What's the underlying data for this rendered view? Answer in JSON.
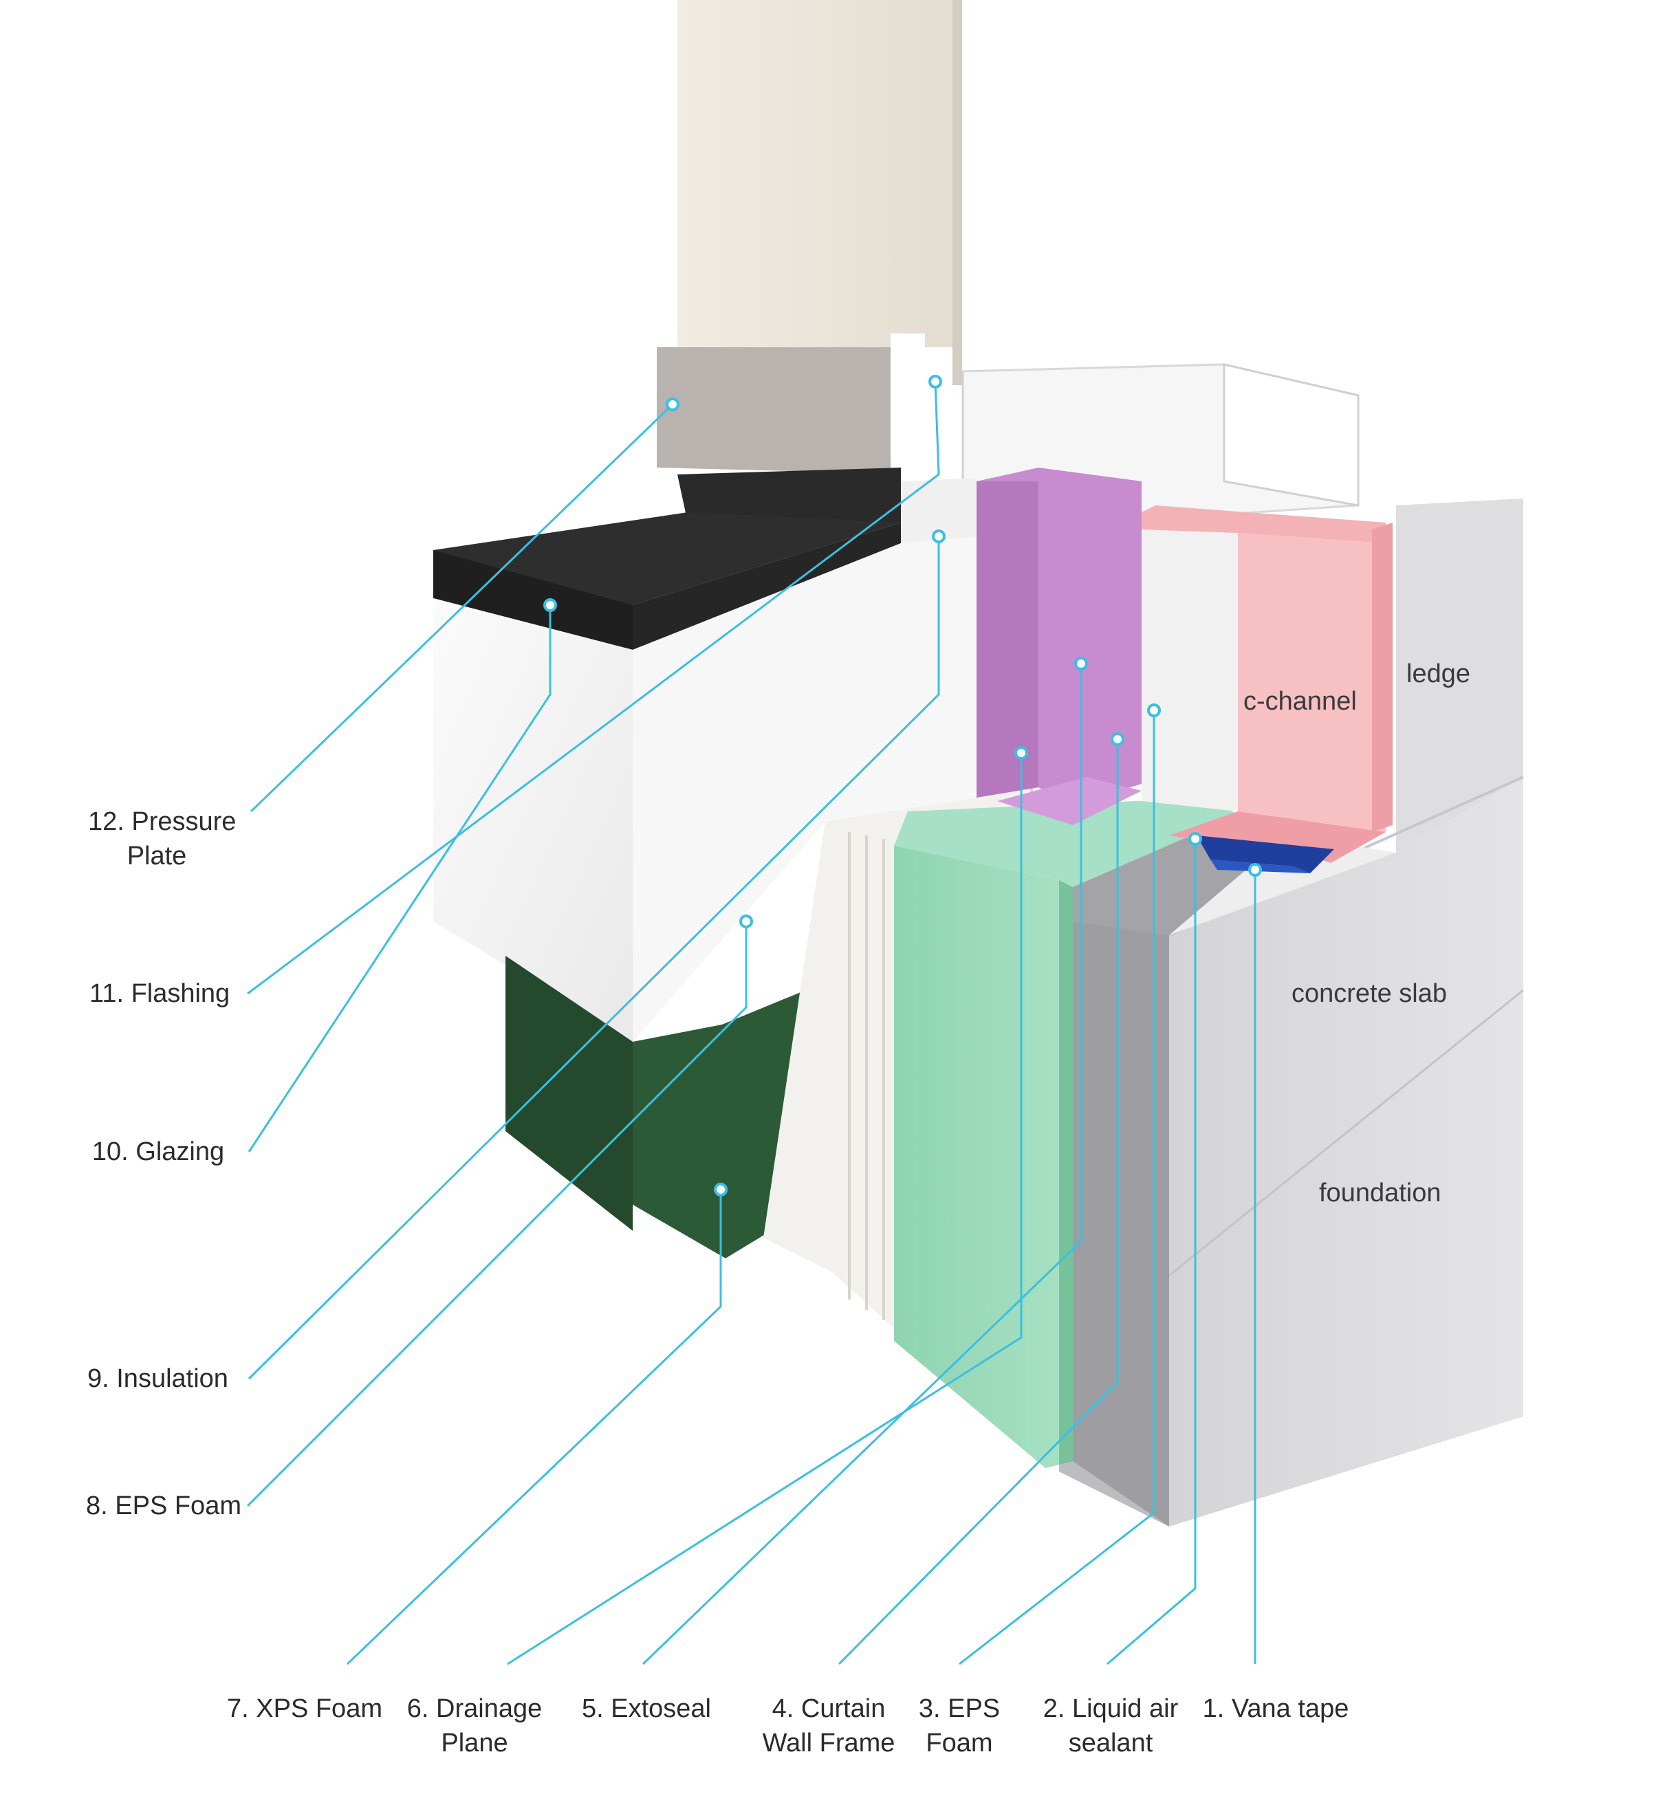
{
  "colors": {
    "leader": "#3cbfe0",
    "concrete": "#d9d9db",
    "glazing_panel": "#ece7dc",
    "frame": "#b7b2ad",
    "flashing": "#2a2a2a",
    "insulation": "#f2f2f2",
    "xps_foam": "#2c5a36",
    "eps_green": "#94d7b6",
    "purple": "#c98bd0",
    "pink": "#f3b2b5",
    "vana_blue": "#1f3f9e"
  },
  "parts": {
    "ledge": "ledge",
    "c_channel": "c-channel",
    "concrete_slab": "concrete slab",
    "foundation": "foundation"
  },
  "callouts": {
    "pressure_plate": {
      "line1": "12. Pressure",
      "line2": "Plate"
    },
    "flashing": {
      "line1": "11. Flashing"
    },
    "glazing": {
      "line1": "10. Glazing"
    },
    "insulation": {
      "line1": "9. Insulation"
    },
    "eps_foam_8": {
      "line1": "8. EPS Foam"
    },
    "xps_foam": {
      "line1": "7. XPS Foam"
    },
    "drainage_plane": {
      "line1": "6. Drainage",
      "line2": "Plane"
    },
    "extoseal": {
      "line1": "5. Extoseal"
    },
    "curtain_wall_frame": {
      "line1": "4. Curtain",
      "line2": "Wall Frame"
    },
    "eps_foam_3": {
      "line1": "3. EPS",
      "line2": "Foam"
    },
    "liquid_air_sealant": {
      "line1": "2. Liquid air",
      "line2": "sealant"
    },
    "vana_tape": {
      "line1": "1. Vana tape"
    }
  }
}
